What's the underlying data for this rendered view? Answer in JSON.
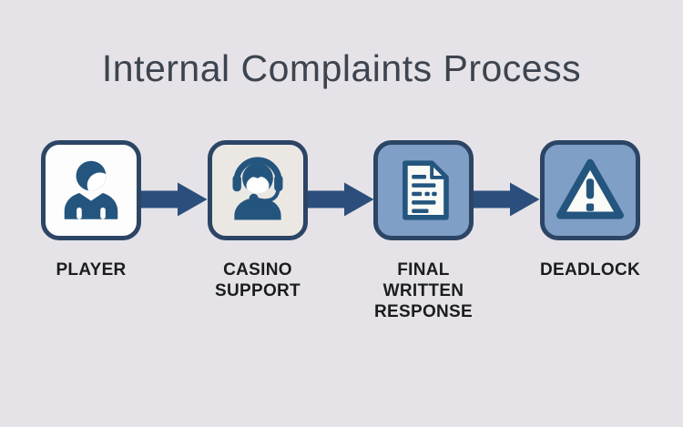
{
  "title": "Internal Complaints Process",
  "steps": [
    {
      "label": "PLAYER",
      "icon": "player-icon",
      "box_fill": "white"
    },
    {
      "label": "CASINO SUPPORT",
      "icon": "headset-icon",
      "box_fill": "gray"
    },
    {
      "label": "FINAL WRITTEN RESPONSE",
      "icon": "document-icon",
      "box_fill": "blue"
    },
    {
      "label": "DEADLOCK",
      "icon": "warning-icon",
      "box_fill": "blue"
    }
  ],
  "arrows": {
    "count": 3,
    "direction": "right"
  },
  "colors": {
    "bg": "#e5e3e7",
    "title-color": "#3d444f",
    "label-color": "#1c1c1c",
    "icon-navy": "#24557e",
    "border-navy": "#2c4565",
    "arrow-navy": "#2b4e7c",
    "fill-white": "#fdfdfd",
    "fill-gray": "#ebe8e4",
    "fill-blue": "#7f9fc6"
  }
}
